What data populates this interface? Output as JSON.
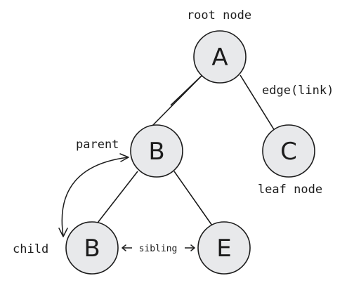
{
  "nodes": {
    "a": "A",
    "b": "B",
    "c": "C",
    "b2": "B",
    "e": "E"
  },
  "labels": {
    "root_node": "root node",
    "edge": "edge(link)",
    "parent": "parent",
    "leaf_node": "leaf node",
    "child": "child",
    "sibling": "sibling"
  }
}
